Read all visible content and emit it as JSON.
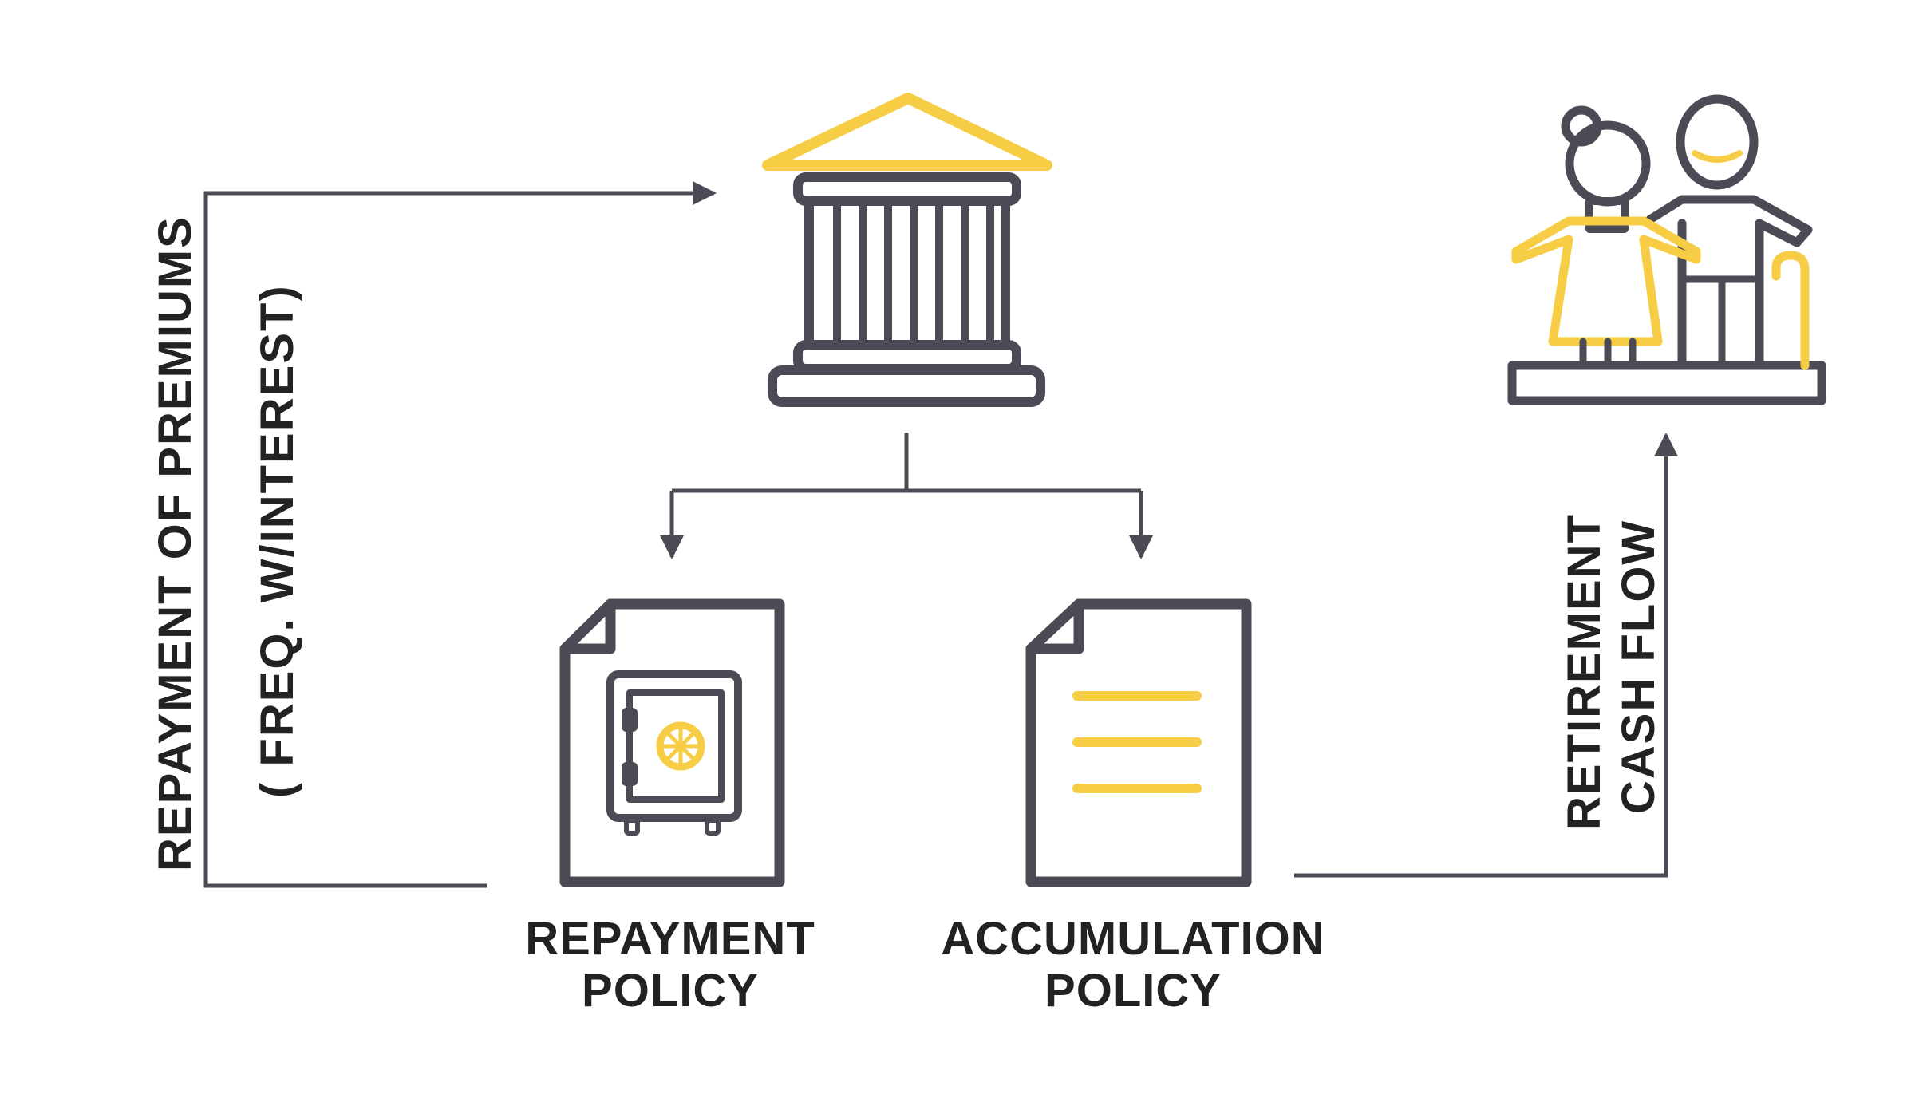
{
  "colors": {
    "ink": "#4a4b55",
    "accent": "#f6cd45",
    "text": "#222222"
  },
  "labels": {
    "left_line1": "REPAYMENT OF PREMIUMS",
    "left_line2": "( FREQ. W/INTEREST)",
    "repayment_policy_line1": "REPAYMENT",
    "repayment_policy_line2": "POLICY",
    "accumulation_policy_line1": "ACCUMULATION",
    "accumulation_policy_line2": "POLICY",
    "retirement_line1": "RETIREMENT",
    "retirement_line2": "CASH FLOW"
  },
  "icons": {
    "institution": "bank-building-icon",
    "repayment_doc": "document-safe-icon",
    "accumulation_doc": "document-lines-icon",
    "retirees": "elderly-couple-icon"
  }
}
